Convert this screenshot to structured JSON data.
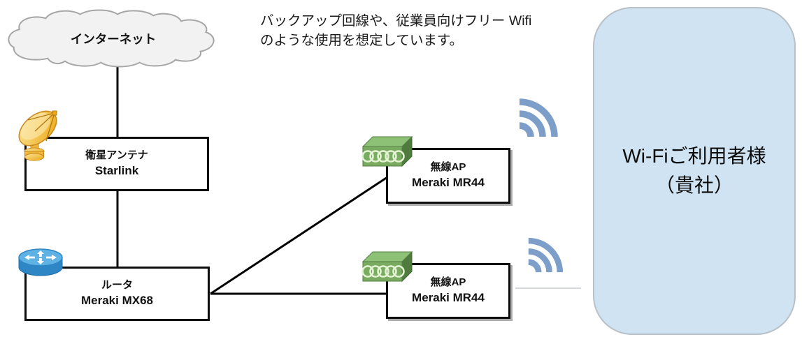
{
  "annotation": {
    "line1": "バックアップ回線や、従業員向けフリー Wifi",
    "line2": "のような使用を想定しています。"
  },
  "cloud": {
    "label": "インターネット"
  },
  "nodes": {
    "starlink": {
      "name": "衛星アンテナ",
      "model": "Starlink"
    },
    "router": {
      "name": "ルータ",
      "model": "Meraki MX68"
    },
    "ap1": {
      "name": "無線AP",
      "model": "Meraki MR44"
    },
    "ap2": {
      "name": "無線AP",
      "model": "Meraki MR44"
    }
  },
  "panel": {
    "line1": "Wi-Fiご利用者様",
    "line2": "（貴社）"
  },
  "icons": {
    "cloud": "internet-cloud",
    "satellite": "satellite-dish-icon",
    "router": "router-icon",
    "ap": "access-point-icon",
    "wifi": "wifi-signal-icon"
  },
  "colors": {
    "wifi_arc": "#7d9ec9",
    "panel_fill": "#cfe3f3",
    "panel_border": "#b9c0c6",
    "ap_green_front": "#79ab60",
    "ap_green_top": "#8cc176",
    "ap_green_side": "#4f7c3e",
    "router_blue_top": "#5fb3e4",
    "router_blue_body": "#2e86c4",
    "dish_gold": "#f2c14b",
    "cloud_fill": "#f2f2f2",
    "cloud_stroke": "#a6a6a6",
    "line": "#000000",
    "thin_line": "#c8cdd2"
  }
}
